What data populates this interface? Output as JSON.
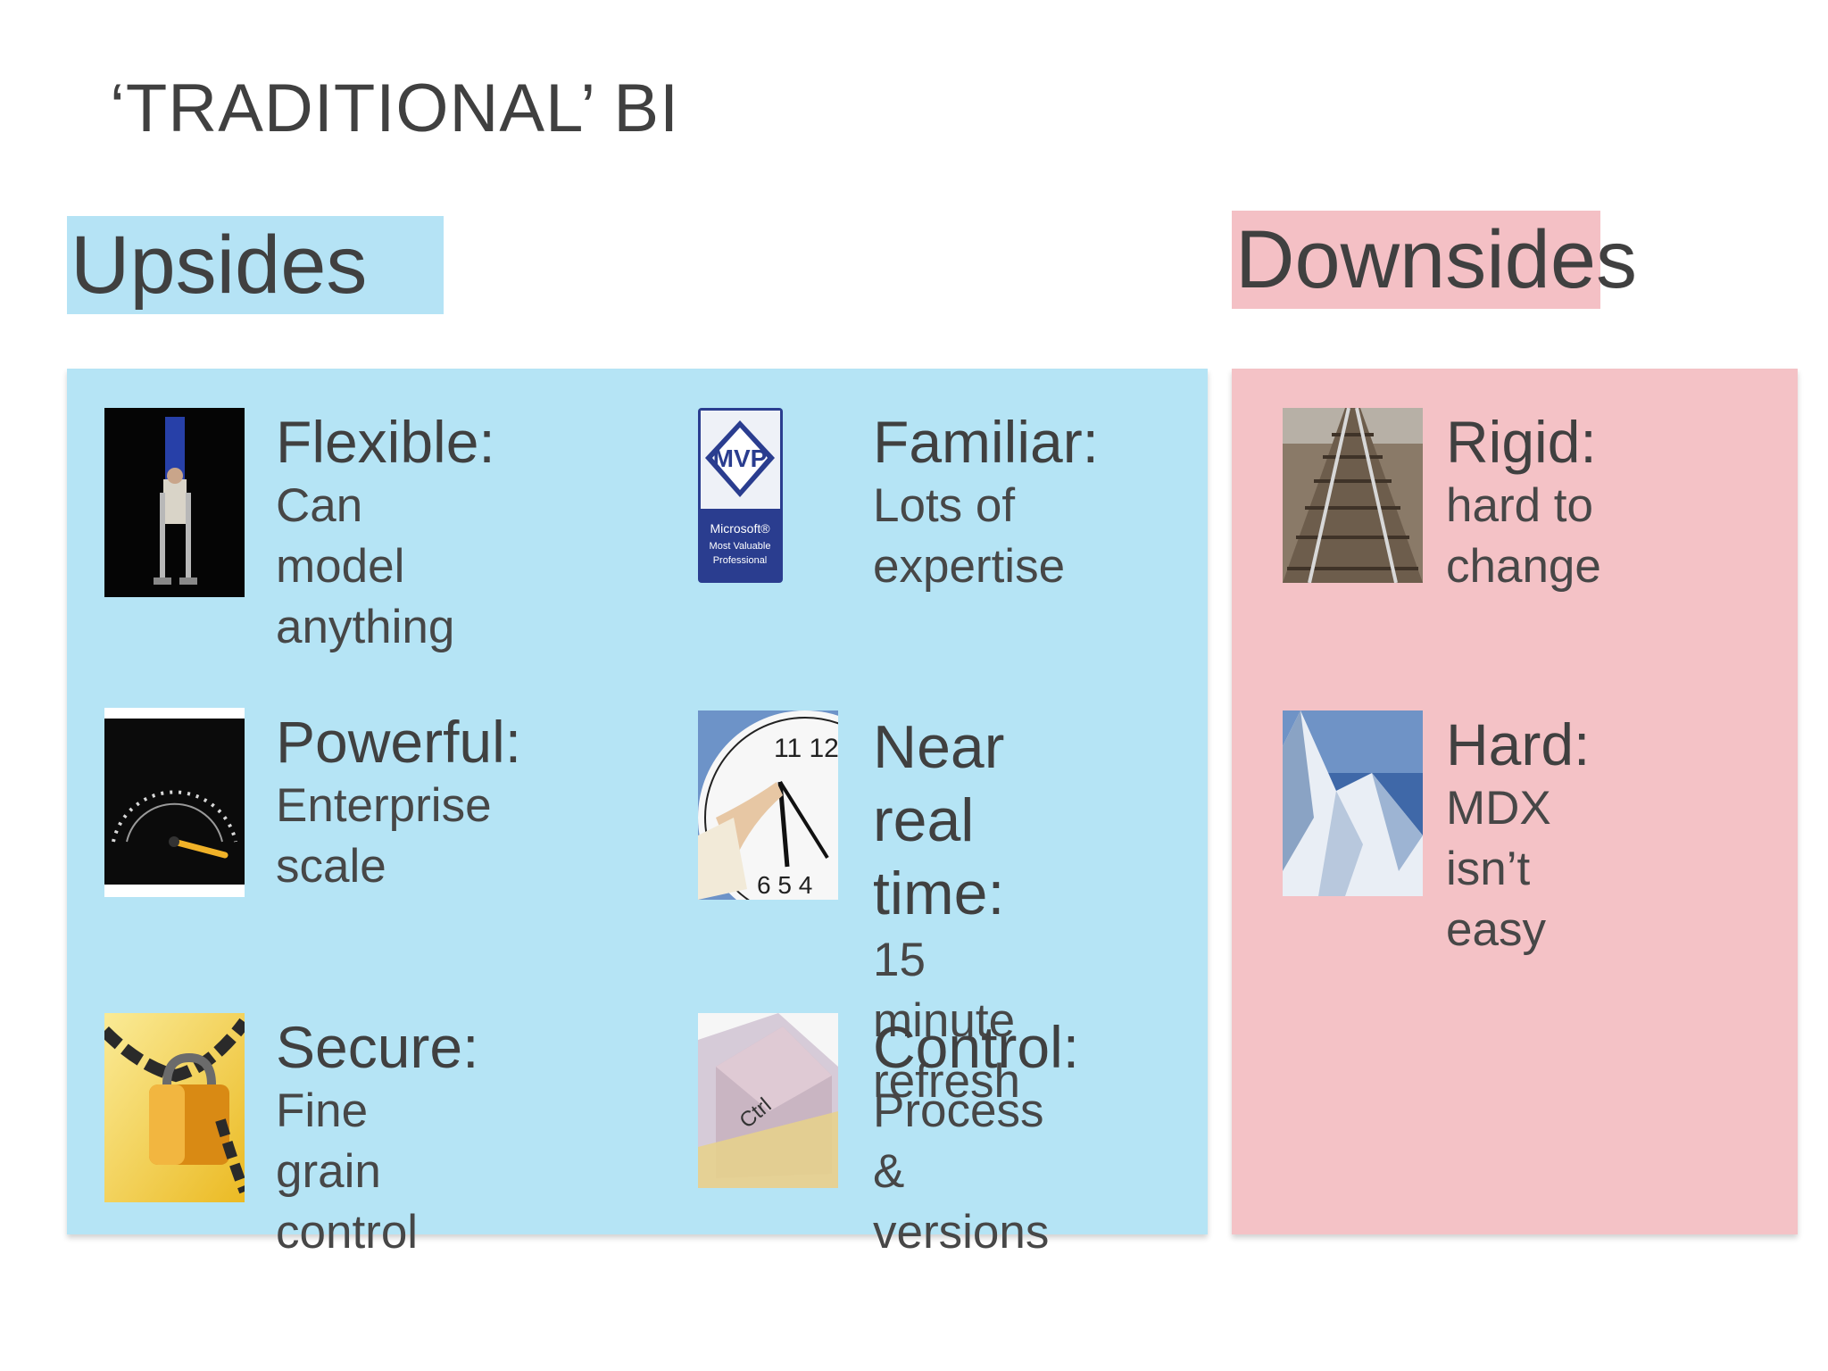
{
  "slide": {
    "title": "‘TRADITIONAL’ BI"
  },
  "upsides": {
    "heading": "Upsides",
    "color": "#b5e4f5",
    "items": [
      {
        "title": "Flexible:",
        "desc": "Can model\nanything",
        "icon": "gymnast-photo"
      },
      {
        "title": "Familiar:",
        "desc": "Lots of\nexpertise",
        "icon": "mvp-badge",
        "badge_top": "MVP",
        "badge_lines": [
          "Microsoft®",
          "Most Valuable",
          "Professional"
        ]
      },
      {
        "title": "Powerful:",
        "desc": "Enterprise scale",
        "icon": "speedometer-photo"
      },
      {
        "title": "Near real\ntime:",
        "desc": "15 minute\nrefresh",
        "icon": "clock-photo"
      },
      {
        "title": "Secure:",
        "desc": "Fine grain\ncontrol",
        "icon": "padlock-chain-photo"
      },
      {
        "title": "Control:",
        "desc": "Process &\nversions",
        "icon": "ctrl-key-photo",
        "key_label": "Ctrl"
      }
    ]
  },
  "downsides": {
    "heading": "Downsides",
    "color": "#f4c2c6",
    "items": [
      {
        "title": "Rigid:",
        "desc": "hard to change",
        "icon": "railway-tracks-photo"
      },
      {
        "title": "Hard:",
        "desc": "MDX isn’t easy",
        "icon": "mountain-photo"
      }
    ]
  }
}
